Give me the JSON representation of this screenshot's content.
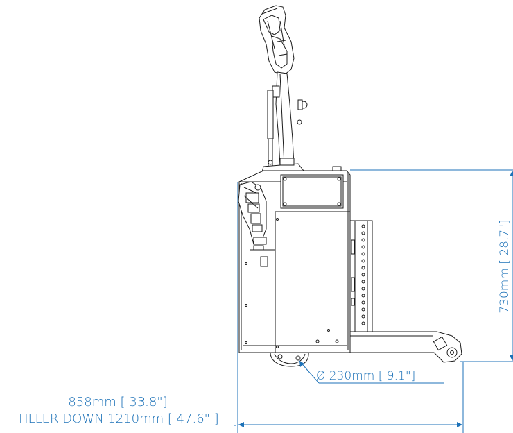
{
  "colors": {
    "dimension": "#1d72b8",
    "outline": "#1a1a1a",
    "background": "#ffffff"
  },
  "dimensions": {
    "height": "730mm [ 28.7\"]",
    "wheel_diameter": "Ø 230mm [ 9.1\"]",
    "length_tiller_up": "858mm [ 33.8\"]",
    "length_tiller_down": "TILLER DOWN 1210mm [ 47.6\" ]"
  }
}
